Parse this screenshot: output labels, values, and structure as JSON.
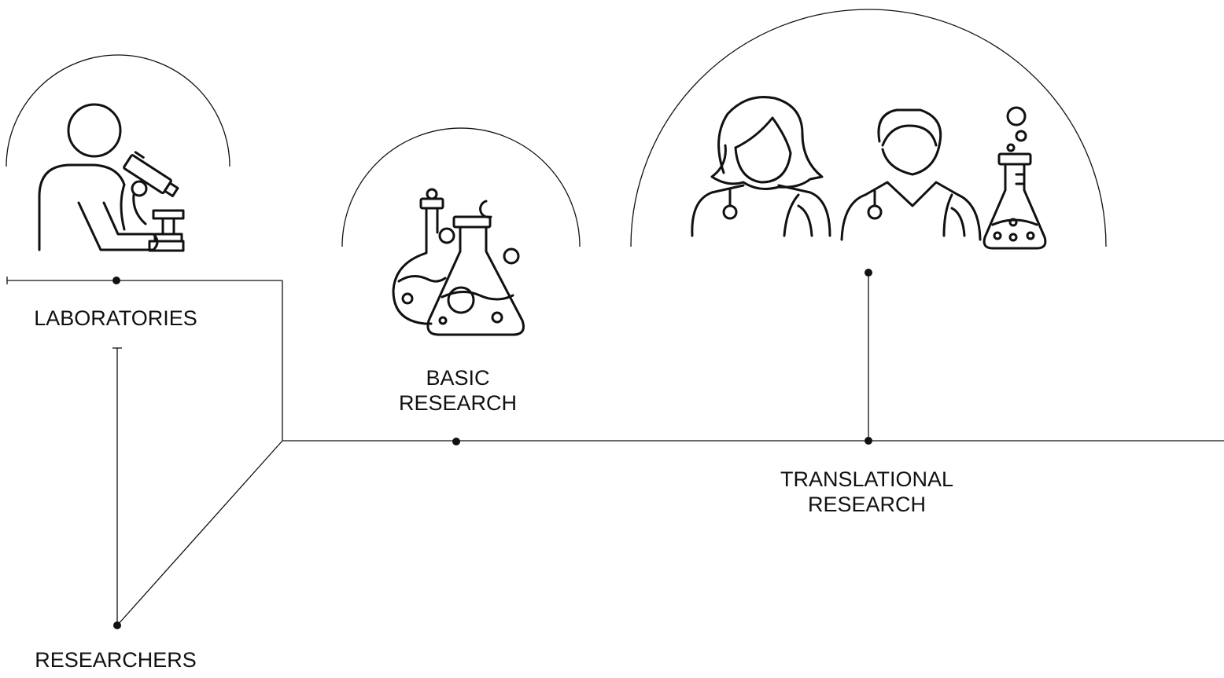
{
  "labels": {
    "laboratories": "LABORATORIES",
    "basic_research": [
      "BASIC",
      "RESEARCH"
    ],
    "translational_research": [
      "TRANSLATIONAL",
      "RESEARCH"
    ],
    "researchers": "RESEARCHERS"
  },
  "icons": {
    "laboratories": "scientist-microscope-icon",
    "basic_research": "flasks-icon",
    "translational_research": "doctors-flask-icon"
  },
  "colors": {
    "line": "#111111",
    "background": "#ffffff"
  }
}
